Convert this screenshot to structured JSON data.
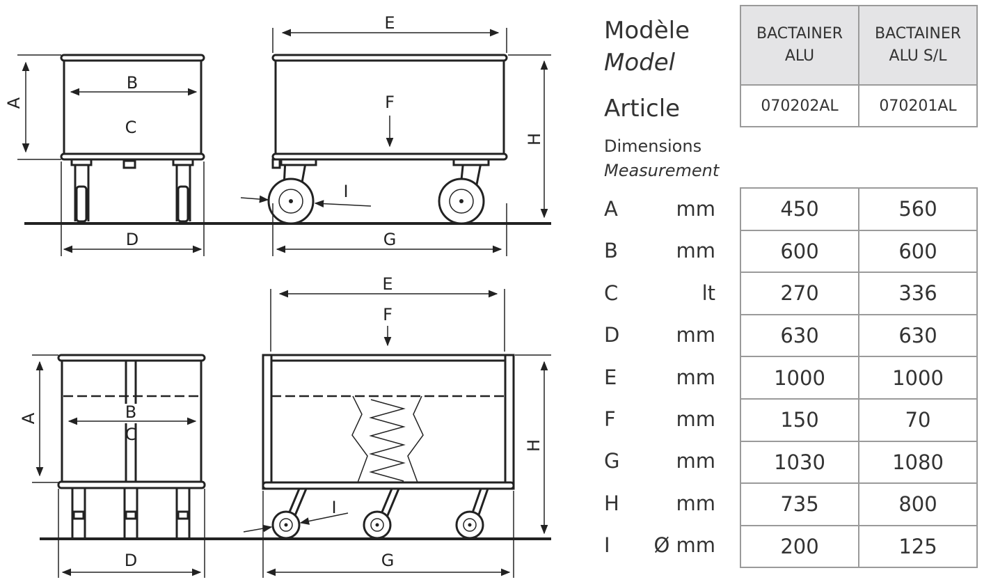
{
  "labels": {
    "top_front": {
      "A": "A",
      "B": "B",
      "C": "C",
      "D": "D"
    },
    "top_side": {
      "E": "E",
      "F": "F",
      "G": "G",
      "H": "H",
      "I": "I"
    },
    "bottom_front": {
      "A": "A",
      "B": "B",
      "C": "C",
      "D": "D"
    },
    "bottom_side": {
      "E": "E",
      "F": "F",
      "G": "G",
      "H": "H",
      "I": "I"
    }
  },
  "spec": {
    "model_fr": "Modèle",
    "model_en": "Model",
    "article_label": "Article",
    "dimensions_fr": "Dimensions",
    "dimensions_en": "Measurement",
    "columns": [
      {
        "model_line1": "BACTAINER",
        "model_line2": "ALU",
        "article": "070202AL"
      },
      {
        "model_line1": "BACTAINER",
        "model_line2": "ALU S/L",
        "article": "070201AL"
      }
    ],
    "rows": [
      {
        "key": "A",
        "unit": "mm",
        "values": [
          "450",
          "560"
        ]
      },
      {
        "key": "B",
        "unit": "mm",
        "values": [
          "600",
          "600"
        ]
      },
      {
        "key": "C",
        "unit": "lt",
        "values": [
          "270",
          "336"
        ]
      },
      {
        "key": "D",
        "unit": "mm",
        "values": [
          "630",
          "630"
        ]
      },
      {
        "key": "E",
        "unit": "mm",
        "values": [
          "1000",
          "1000"
        ]
      },
      {
        "key": "F",
        "unit": "mm",
        "values": [
          "150",
          "70"
        ]
      },
      {
        "key": "G",
        "unit": "mm",
        "values": [
          "1030",
          "1080"
        ]
      },
      {
        "key": "H",
        "unit": "mm",
        "values": [
          "735",
          "800"
        ]
      },
      {
        "key": "I",
        "unit": "Ø mm",
        "values": [
          "200",
          "125"
        ]
      }
    ]
  }
}
